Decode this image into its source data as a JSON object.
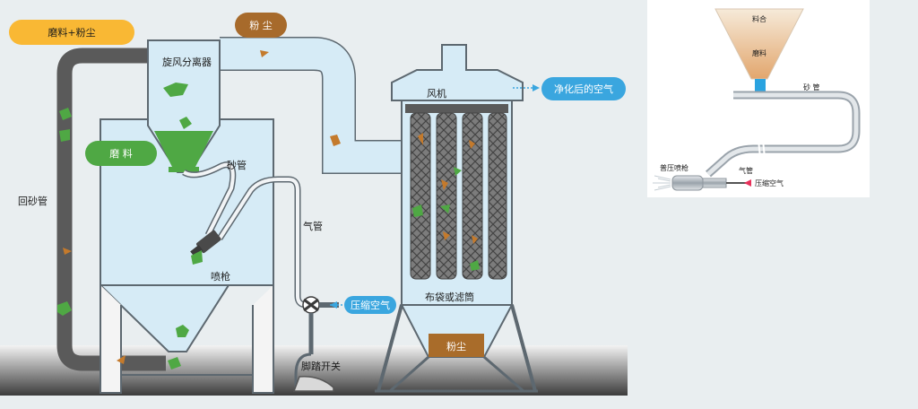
{
  "main": {
    "tag_abrasive_dust": "磨料+粉尘",
    "tag_dust_top": "粉 尘",
    "cyclone": "旋风分离器",
    "abrasive": "磨  料",
    "sand_pipe": "砂管",
    "return_pipe": "回砂管",
    "air_pipe": "气管",
    "nozzle": "喷枪",
    "compressed_air": "压缩空气",
    "foot_switch": "脚踏开关",
    "fan": "风机",
    "clean_air": "净化后的空气",
    "bag_filter": "布袋或滤筒",
    "dust_bottom": "粉尘"
  },
  "inset": {
    "mixer": "料合",
    "abrasive": "磨料",
    "sand_pipe": "砂 管",
    "nozzle": "普压喷枪",
    "air_pipe": "气管",
    "compressed_air": "压缩空气"
  },
  "colors": {
    "panel_bg": "#e9eef0",
    "light_blue": "#d6ebf6",
    "outline": "#5d6870",
    "green": "#4fa844",
    "orange": "#e8a23a",
    "brown": "#9a6a2f",
    "blue_tag": "#3aa6df"
  }
}
